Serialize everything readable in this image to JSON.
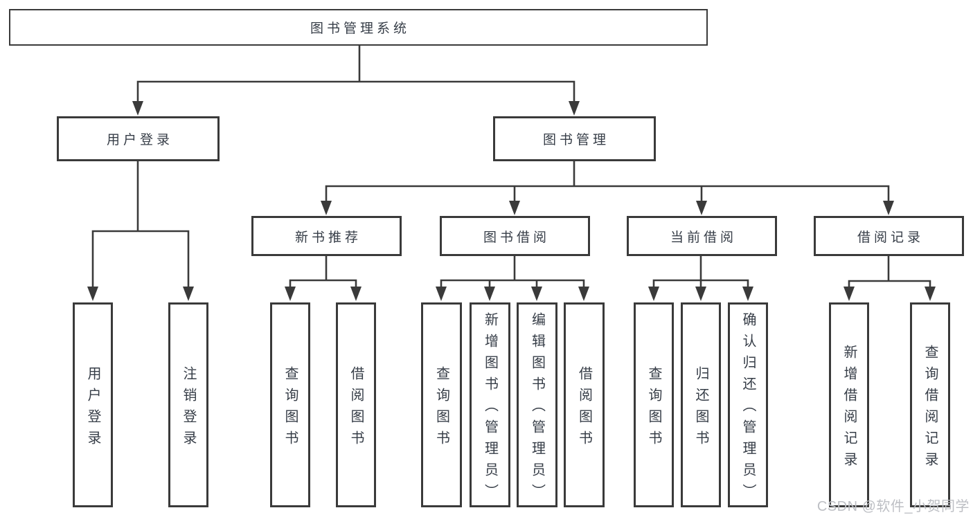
{
  "nodes": {
    "root": "图书管理系统",
    "user_login": "用户登录",
    "book_mgmt": "图书管理",
    "new_book_rec": "新书推荐",
    "book_borrow": "图书借阅",
    "current_borrow": "当前借阅",
    "borrow_record": "借阅记录",
    "ul_user_login": "用户登录",
    "ul_logout": "注销登录",
    "nbr_query_book": "查询图书",
    "nbr_borrow_book": "借阅图书",
    "bb_query_book": "查询图书",
    "bb_add_book": "新增图书（管理员）",
    "bb_edit_book": "编辑图书（管理员）",
    "bb_borrow_book": "借阅图书",
    "cb_query_book": "查询图书",
    "cb_return_book": "归还图书",
    "cb_confirm_return": "确认归还（管理员）",
    "br_add_record": "新增借阅记录",
    "br_query_record": "查询借阅记录"
  },
  "hierarchy": {
    "图书管理系统": {
      "用户登录": [
        "用户登录",
        "注销登录"
      ],
      "图书管理": {
        "新书推荐": [
          "查询图书",
          "借阅图书"
        ],
        "图书借阅": [
          "查询图书",
          "新增图书（管理员）",
          "编辑图书（管理员）",
          "借阅图书"
        ],
        "当前借阅": [
          "查询图书",
          "归还图书",
          "确认归还（管理员）"
        ],
        "借阅记录": [
          "新增借阅记录",
          "查询借阅记录"
        ]
      }
    }
  },
  "watermark": "CSDN @软件_小贺同学",
  "colors": {
    "line": "#3a3a3a",
    "text": "#363d47",
    "background": "#ffffff",
    "watermark": "#bdbfc4"
  }
}
